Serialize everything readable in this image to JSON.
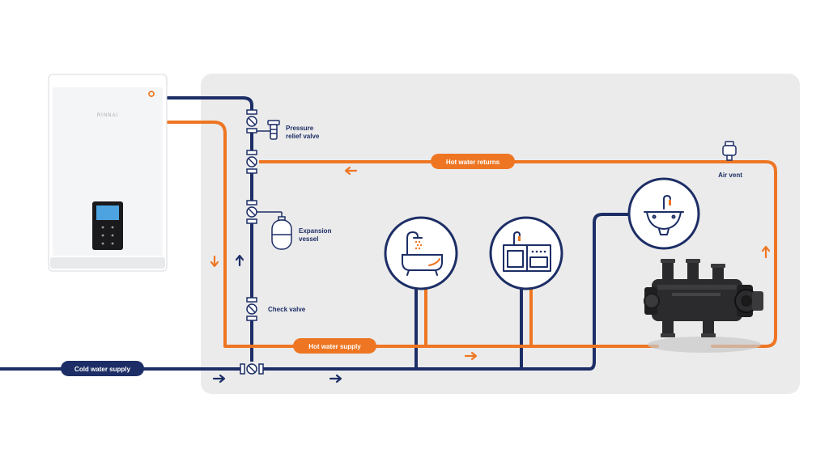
{
  "colors": {
    "panel_bg": "#ebebeb",
    "cold": "#1d2e66",
    "hot": "#ee7623",
    "label_text": "#1d2e66",
    "pill_text": "#ffffff",
    "heater_body": "#f4f5f6",
    "heater_shadow": "#d9dadc",
    "display_screen": "#4da3e0"
  },
  "heater": {
    "brand": "RINNAI"
  },
  "pills": {
    "cold_water_supply": "Cold water supply",
    "hot_water_supply": "Hot water supply",
    "hot_water_returns": "Hot water returns"
  },
  "components": {
    "pressure_relief_valve_line1": "Pressure",
    "pressure_relief_valve_line2": "relief valve",
    "expansion_vessel_line1": "Expansion",
    "expansion_vessel_line2": "vessel",
    "check_valve": "Check valve",
    "air_vent": "Air vent"
  },
  "fixtures": [
    {
      "id": "bath",
      "icon": "bathtub-shower-icon"
    },
    {
      "id": "kitchen",
      "icon": "kitchen-sink-icon"
    },
    {
      "id": "basin",
      "icon": "wash-basin-icon"
    }
  ],
  "flow_arrows": [
    {
      "pipe": "hot",
      "direction": "down"
    },
    {
      "pipe": "cold",
      "direction": "up"
    },
    {
      "pipe": "hot",
      "direction": "left"
    },
    {
      "pipe": "hot",
      "direction": "right"
    },
    {
      "pipe": "hot",
      "direction": "up"
    },
    {
      "pipe": "cold",
      "direction": "right"
    },
    {
      "pipe": "cold",
      "direction": "right"
    }
  ]
}
